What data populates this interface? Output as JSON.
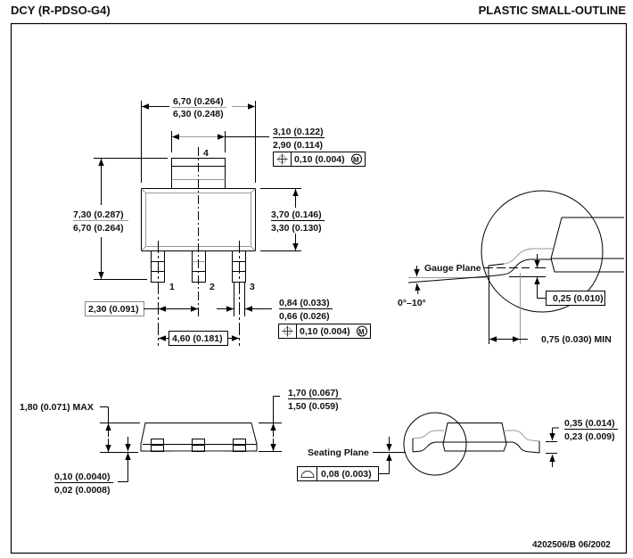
{
  "header": {
    "package_code": "DCY (R-PDSO-G4)",
    "package_type": "PLASTIC SMALL-OUTLINE"
  },
  "top_view": {
    "overall_width": {
      "max": "6,70 (0.264)",
      "min": "6,30 (0.248)"
    },
    "tab_width": {
      "max": "3,10 (0.122)",
      "min": "2,90 (0.114)"
    },
    "tab_tolerance": {
      "symbol": "position-icon",
      "value": "0,10 (0.004)",
      "modifier": "M"
    },
    "overall_length": {
      "max": "7,30 (0.287)",
      "min": "6,70 (0.264)"
    },
    "body_length": {
      "max": "3,70 (0.146)",
      "min": "3,30 (0.130)"
    },
    "pitch": "2,30 (0.091)",
    "outer_pitch": "4,60 (0.181)",
    "lead_width": {
      "max": "0,84 (0.033)",
      "min": "0,66 (0.026)"
    },
    "lead_tolerance": {
      "symbol": "position-icon",
      "value": "0,10 (0.004)",
      "modifier": "M"
    },
    "pins": [
      "1",
      "2",
      "3",
      "4"
    ]
  },
  "detail_view": {
    "gauge_plane_label": "Gauge Plane",
    "angle": "0°–10°",
    "gauge_height": "0,25 (0.010)",
    "foot_length": "0,75 (0.030) MIN"
  },
  "side_view": {
    "max_height": "1,80 (0.071) MAX",
    "body_height": {
      "max": "1,70 (0.067)",
      "min": "1,50 (0.059)"
    },
    "standoff": {
      "max": "0,10 (0.0040)",
      "min": "0,02 (0.0008)"
    }
  },
  "end_view": {
    "seating_plane_label": "Seating Plane",
    "coplanarity": {
      "symbol": "profile-icon",
      "value": "0,08 (0.003)"
    },
    "lead_thickness": {
      "max": "0,35 (0.014)",
      "min": "0,23 (0.009)"
    }
  },
  "footer": {
    "doc_id": "4202506/B 06/2002"
  }
}
